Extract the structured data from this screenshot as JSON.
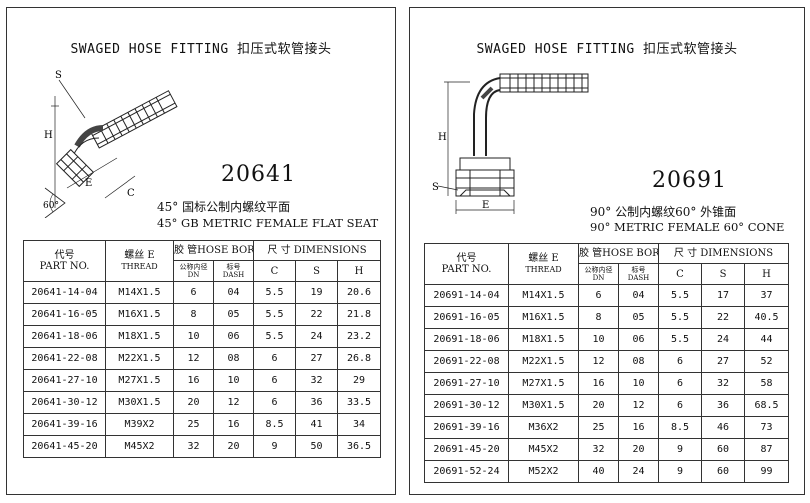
{
  "pages": [
    {
      "header_title": "SWAGED HOSE FITTING  扣压式软管接头",
      "model_number": "20641",
      "desc_cn": "45° 国标公制内螺纹平面",
      "desc_en": "45° GB METRIC FEMALE FLAT SEAT",
      "drawing_labels": {
        "s": "S",
        "h": "H",
        "e": "E",
        "c": "C",
        "angle": "60°"
      },
      "table": {
        "part_no_cn": "代号",
        "part_no_en": "PART NO.",
        "thread_cn": "螺丝 E",
        "thread_en": "THREAD",
        "bore_header": "胶 管HOSE BORE",
        "dim_header": "尺 寸 DIMENSIONS",
        "dn_cn": "公称内径",
        "dn_en": "DN",
        "dash_cn": "标号",
        "dash_en": "DASH",
        "c": "C",
        "s": "S",
        "h": "H",
        "rows": [
          [
            "20641-14-04",
            "M14X1.5",
            "6",
            "04",
            "5.5",
            "19",
            "20.6"
          ],
          [
            "20641-16-05",
            "M16X1.5",
            "8",
            "05",
            "5.5",
            "22",
            "21.8"
          ],
          [
            "20641-18-06",
            "M18X1.5",
            "10",
            "06",
            "5.5",
            "24",
            "23.2"
          ],
          [
            "20641-22-08",
            "M22X1.5",
            "12",
            "08",
            "6",
            "27",
            "26.8"
          ],
          [
            "20641-27-10",
            "M27X1.5",
            "16",
            "10",
            "6",
            "32",
            "29"
          ],
          [
            "20641-30-12",
            "M30X1.5",
            "20",
            "12",
            "6",
            "36",
            "33.5"
          ],
          [
            "20641-39-16",
            "M39X2",
            "25",
            "16",
            "8.5",
            "41",
            "34"
          ],
          [
            "20641-45-20",
            "M45X2",
            "32",
            "20",
            "9",
            "50",
            "36.5"
          ]
        ]
      }
    },
    {
      "header_title": "SWAGED HOSE FITTING  扣压式软管接头",
      "model_number": "20691",
      "desc_cn": "90° 公制内螺纹60° 外锥面",
      "desc_en": "90° METRIC FEMALE 60° CONE",
      "drawing_labels": {
        "s": "S",
        "h": "H",
        "e": "E"
      },
      "table": {
        "part_no_cn": "代号",
        "part_no_en": "PART NO.",
        "thread_cn": "螺丝 E",
        "thread_en": "THREAD",
        "bore_header": "胶 管HOSE BORE",
        "dim_header": "尺 寸 DIMENSIONS",
        "dn_cn": "公称内径",
        "dn_en": "DN",
        "dash_cn": "标号",
        "dash_en": "DASH",
        "c": "C",
        "s": "S",
        "h": "H",
        "rows": [
          [
            "20691-14-04",
            "M14X1.5",
            "6",
            "04",
            "5.5",
            "17",
            "37"
          ],
          [
            "20691-16-05",
            "M16X1.5",
            "8",
            "05",
            "5.5",
            "22",
            "40.5"
          ],
          [
            "20691-18-06",
            "M18X1.5",
            "10",
            "06",
            "5.5",
            "24",
            "44"
          ],
          [
            "20691-22-08",
            "M22X1.5",
            "12",
            "08",
            "6",
            "27",
            "52"
          ],
          [
            "20691-27-10",
            "M27X1.5",
            "16",
            "10",
            "6",
            "32",
            "58"
          ],
          [
            "20691-30-12",
            "M30X1.5",
            "20",
            "12",
            "6",
            "36",
            "68.5"
          ],
          [
            "20691-39-16",
            "M36X2",
            "25",
            "16",
            "8.5",
            "46",
            "73"
          ],
          [
            "20691-45-20",
            "M45X2",
            "32",
            "20",
            "9",
            "60",
            "87"
          ],
          [
            "20691-52-24",
            "M52X2",
            "40",
            "24",
            "9",
            "60",
            "99"
          ]
        ]
      }
    }
  ]
}
